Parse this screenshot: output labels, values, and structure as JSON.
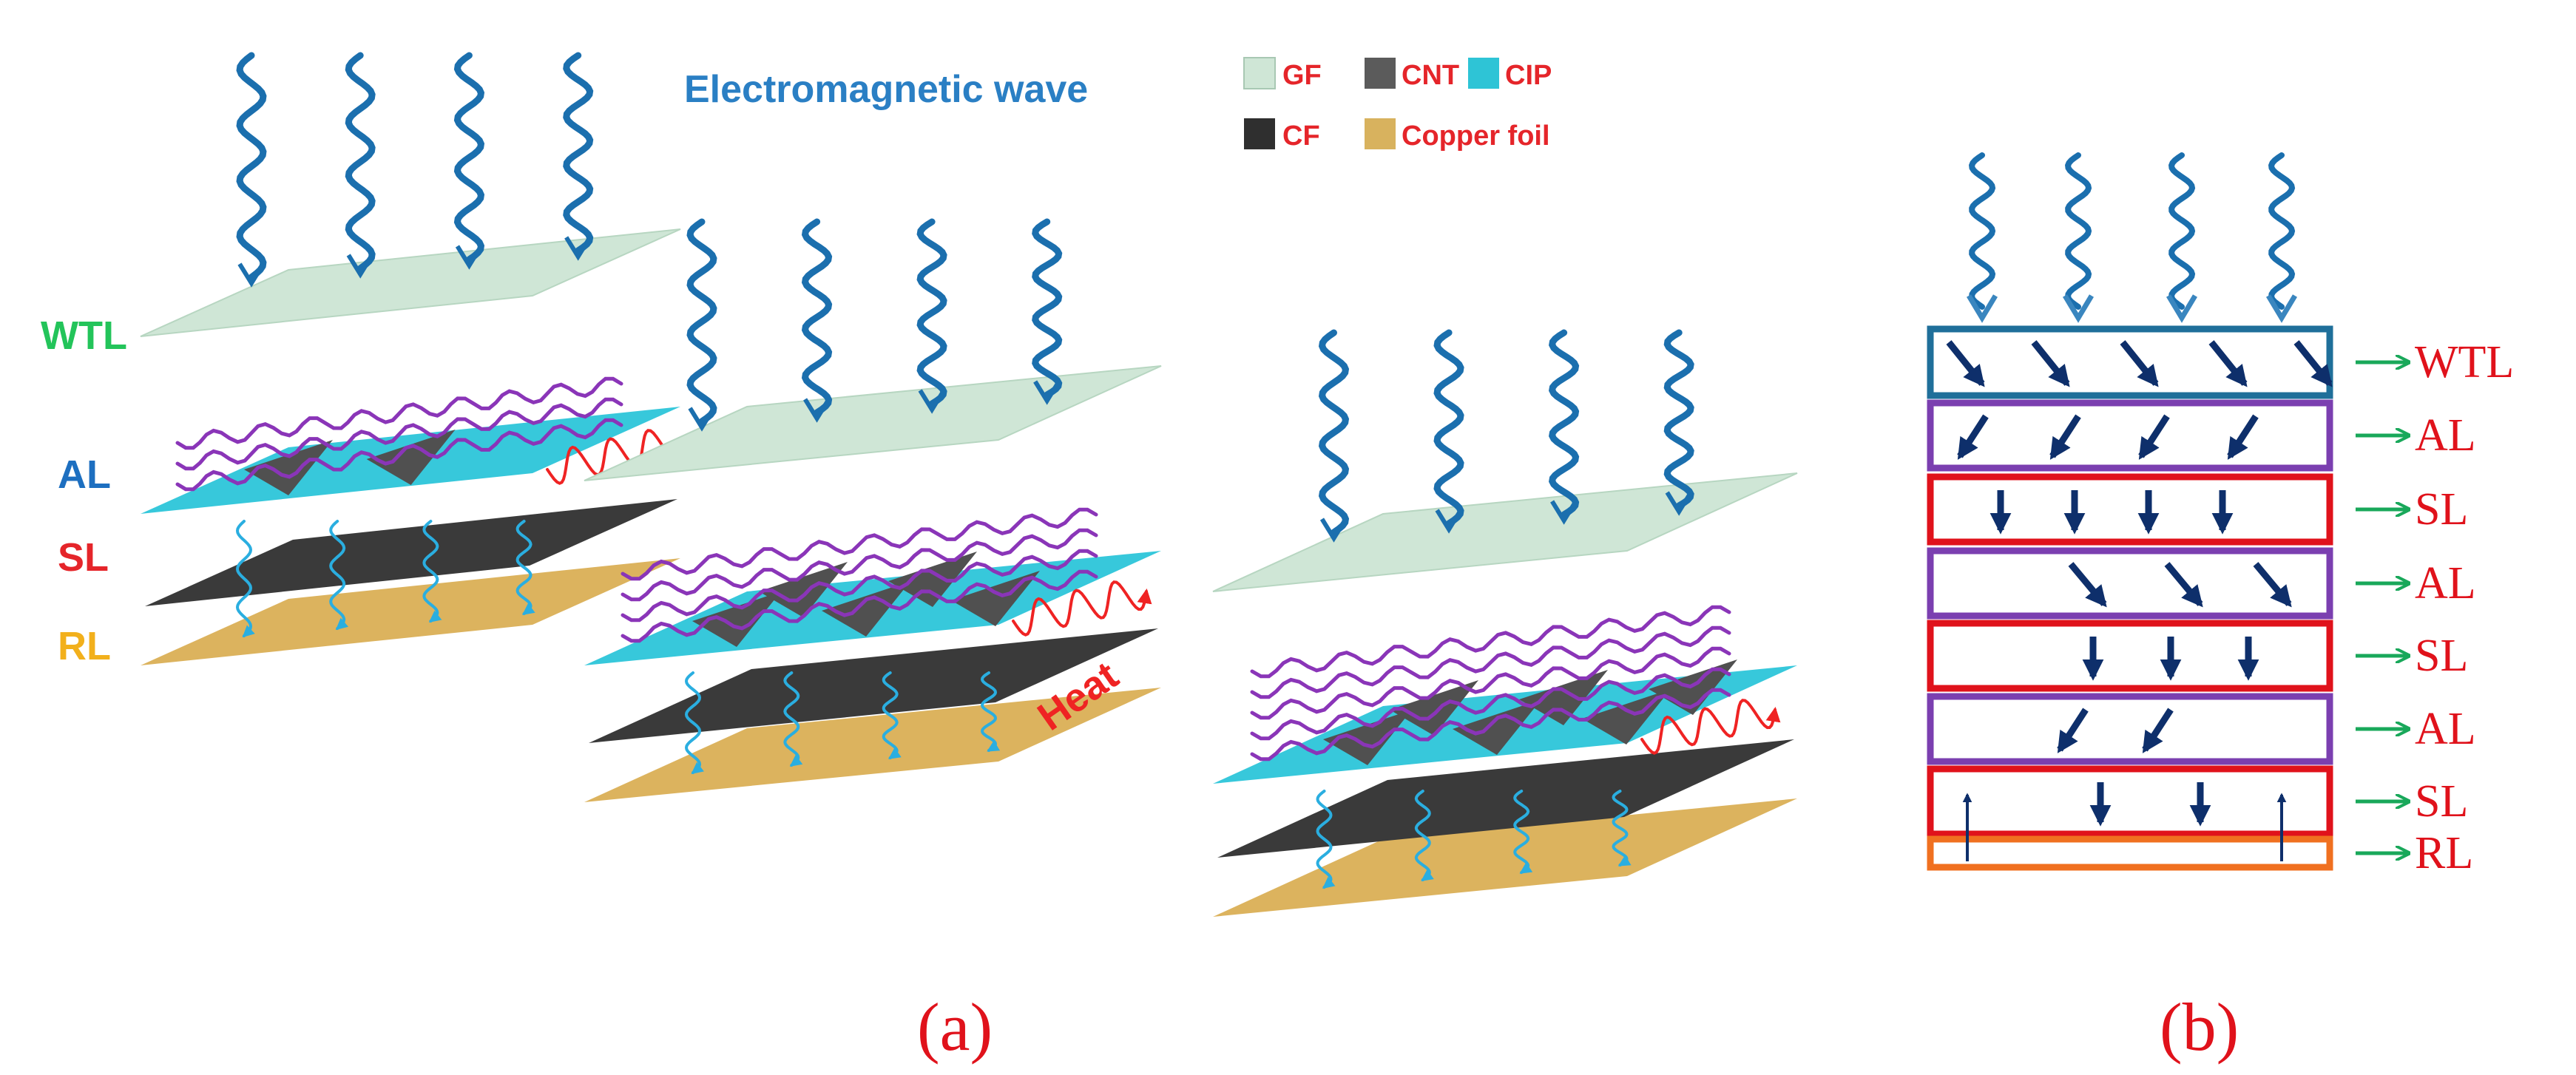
{
  "wave_label": "Electromagnetic wave",
  "heat_label": "Heat",
  "layer_labels": [
    {
      "text": "WTL",
      "color": "#23c45a"
    },
    {
      "text": "AL",
      "color": "#1d6fc0"
    },
    {
      "text": "SL",
      "color": "#e5252a"
    },
    {
      "text": "RL",
      "color": "#f2b01c"
    }
  ],
  "legend": [
    {
      "label": "GF",
      "swatch": "#cfe6d6"
    },
    {
      "label": "CNT",
      "swatch": "#5b5b5b"
    },
    {
      "label": "CIP",
      "swatch": "#2ec4d6"
    },
    {
      "label": "CF",
      "swatch": "#2f2f2f"
    },
    {
      "label": "Copper foil",
      "swatch": "#d8b25e"
    }
  ],
  "schematic_b": {
    "rows": [
      {
        "label": "WTL",
        "border": "#1f6f9a"
      },
      {
        "label": "AL",
        "border": "#7b3fb0"
      },
      {
        "label": "SL",
        "border": "#e0121b"
      },
      {
        "label": "AL",
        "border": "#7b3fb0"
      },
      {
        "label": "SL",
        "border": "#e0121b"
      },
      {
        "label": "AL",
        "border": "#7b3fb0"
      },
      {
        "label": "SL",
        "border": "#e0121b"
      },
      {
        "label": "RL",
        "border": "#f07020"
      }
    ],
    "label_color": "#e0121b",
    "arrow_color": "#19a85a"
  },
  "panel_labels": {
    "a": "(a)",
    "b": "(b)"
  },
  "colors": {
    "wave": "#1b6fae",
    "gf": "#cfe6d6",
    "cip": "#37c8db",
    "cf": "#3a3a3a",
    "copper": "#dcb35e",
    "cnt_tube": "#8a35b8",
    "red_wave": "#ef2323",
    "reflect_wave": "#2aaee0",
    "dark_arrow": "#0e2f6b"
  }
}
